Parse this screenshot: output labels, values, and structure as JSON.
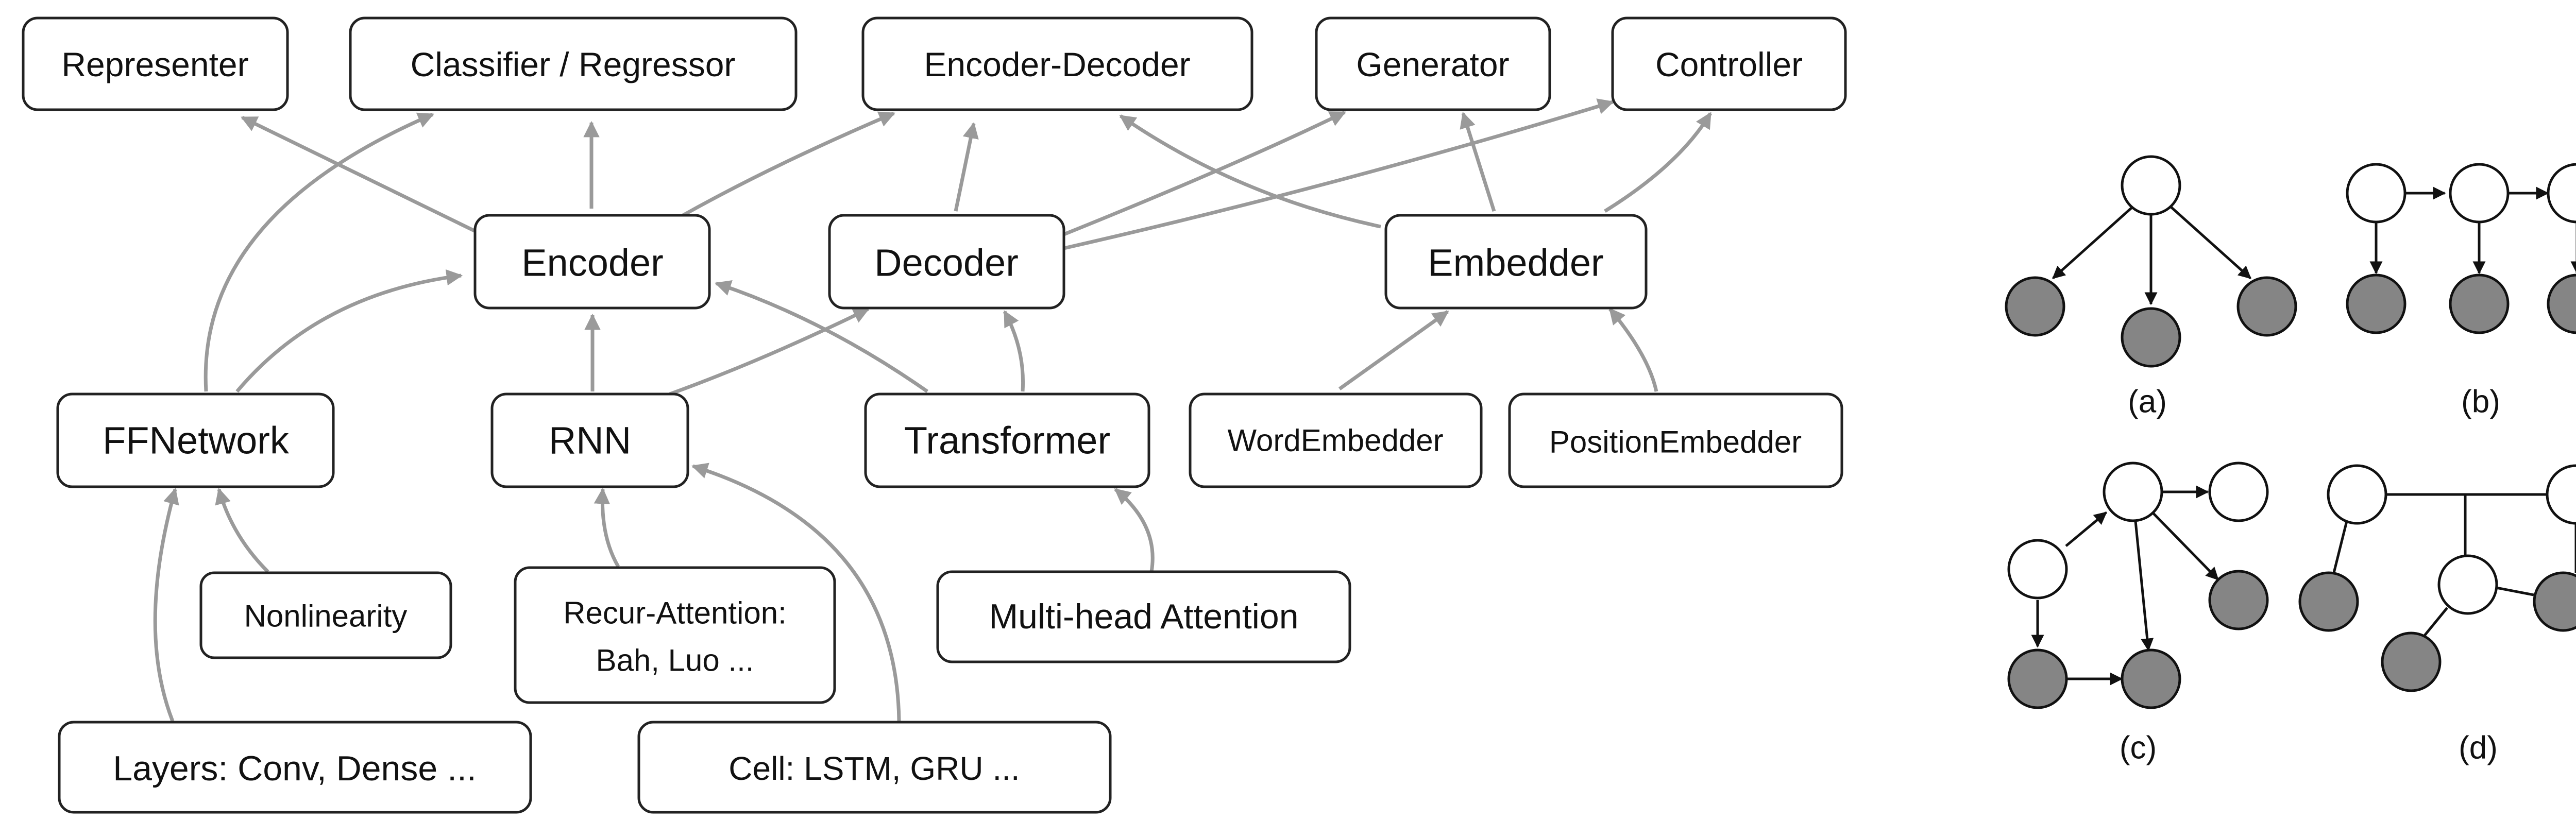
{
  "modules": {
    "representer": "Representer",
    "classifier": "Classifier / Regressor",
    "encoder_decoder": "Encoder-Decoder",
    "generator": "Generator",
    "controller": "Controller",
    "encoder": "Encoder",
    "decoder": "Decoder",
    "embedder": "Embedder",
    "ffnetwork": "FFNetwork",
    "rnn": "RNN",
    "transformer": "Transformer",
    "word_embedder": "WordEmbedder",
    "position_embedder": "PositionEmbedder",
    "nonlinearity": "Nonlinearity",
    "recur_attention_line1": "Recur-Attention:",
    "recur_attention_line2": "Bah, Luo ...",
    "multihead_attention": "Multi-head Attention",
    "layers": "Layers: Conv, Dense ...",
    "cell": "Cell: LSTM, GRU ..."
  },
  "graphs": {
    "a": "(a)",
    "b": "(b)",
    "c": "(c)",
    "d": "(d)"
  },
  "colors": {
    "arrow": "#9a9a9a",
    "observed_node": "#858585",
    "latent_node": "#ffffff"
  }
}
